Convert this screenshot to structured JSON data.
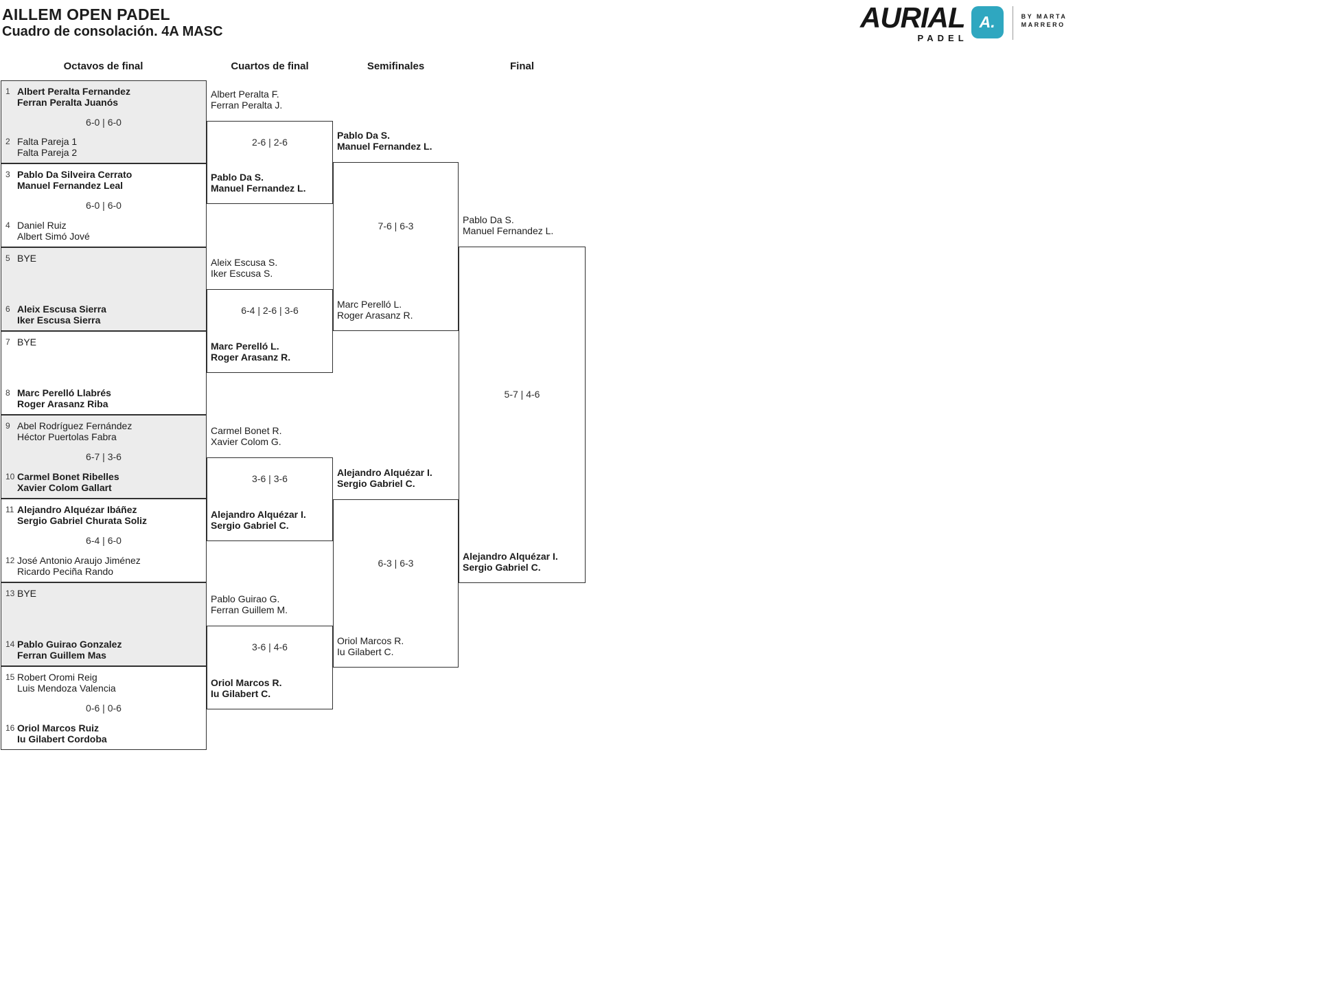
{
  "header": {
    "title": "AILLEM OPEN PADEL",
    "subtitle": "Cuadro de consolación. 4A MASC"
  },
  "logo": {
    "brand": "AURIAL",
    "word": "PADEL",
    "badge_text": "A.",
    "byline_line1": "BY MARTA",
    "byline_line2": "MARRERO",
    "accent_color": "#2fa7c0"
  },
  "round_headers": [
    "Octavos de final",
    "Cuartos de final",
    "Semifinales",
    "Final"
  ],
  "octavos": [
    {
      "score": "6-0 | 6-0",
      "top": {
        "seed": "1",
        "line1": "Albert Peralta Fernandez",
        "line2": "Ferran Peralta Juanós",
        "winner": true
      },
      "bottom": {
        "seed": "2",
        "line1": "Falta Pareja 1",
        "line2": "Falta Pareja 2",
        "winner": false
      }
    },
    {
      "score": "6-0 | 6-0",
      "top": {
        "seed": "3",
        "line1": "Pablo Da Silveira Cerrato",
        "line2": "Manuel Fernandez Leal",
        "winner": true
      },
      "bottom": {
        "seed": "4",
        "line1": "Daniel Ruiz",
        "line2": "Albert Simó Jové",
        "winner": false
      }
    },
    {
      "score": "",
      "top": {
        "seed": "5",
        "line1": "BYE",
        "line2": "",
        "winner": false
      },
      "bottom": {
        "seed": "6",
        "line1": "Aleix Escusa Sierra",
        "line2": "Iker Escusa Sierra",
        "winner": true
      }
    },
    {
      "score": "",
      "top": {
        "seed": "7",
        "line1": "BYE",
        "line2": "",
        "winner": false
      },
      "bottom": {
        "seed": "8",
        "line1": "Marc Perelló Llabrés",
        "line2": "Roger Arasanz Riba",
        "winner": true
      }
    },
    {
      "score": "6-7 | 3-6",
      "top": {
        "seed": "9",
        "line1": "Abel Rodríguez Fernández",
        "line2": "Héctor Puertolas Fabra",
        "winner": false
      },
      "bottom": {
        "seed": "10",
        "line1": "Carmel Bonet Ribelles",
        "line2": "Xavier Colom Gallart",
        "winner": true
      }
    },
    {
      "score": "6-4 | 6-0",
      "top": {
        "seed": "11",
        "line1": "Alejandro Alquézar Ibáñez",
        "line2": "Sergio Gabriel Churata Soliz",
        "winner": true
      },
      "bottom": {
        "seed": "12",
        "line1": "José Antonio Araujo Jiménez",
        "line2": "Ricardo Peciña Rando",
        "winner": false
      }
    },
    {
      "score": "",
      "top": {
        "seed": "13",
        "line1": "BYE",
        "line2": "",
        "winner": false
      },
      "bottom": {
        "seed": "14",
        "line1": "Pablo Guirao Gonzalez",
        "line2": "Ferran Guillem Mas",
        "winner": true
      }
    },
    {
      "score": "0-6 | 0-6",
      "top": {
        "seed": "15",
        "line1": "Robert Oromi Reig",
        "line2": "Luis Mendoza Valencia",
        "winner": false
      },
      "bottom": {
        "seed": "16",
        "line1": "Oriol Marcos Ruiz",
        "line2": "Iu Gilabert Cordoba",
        "winner": true
      }
    }
  ],
  "cuartos": [
    {
      "score": "2-6 | 2-6",
      "top": {
        "line1": "Albert Peralta F.",
        "line2": "Ferran Peralta J.",
        "winner": false
      },
      "bottom": {
        "line1": "Pablo Da S.",
        "line2": "Manuel Fernandez L.",
        "winner": true
      }
    },
    {
      "score": "6-4 | 2-6 | 3-6",
      "top": {
        "line1": "Aleix Escusa S.",
        "line2": "Iker Escusa S.",
        "winner": false
      },
      "bottom": {
        "line1": "Marc Perelló L.",
        "line2": "Roger Arasanz R.",
        "winner": true
      }
    },
    {
      "score": "3-6 | 3-6",
      "top": {
        "line1": "Carmel Bonet R.",
        "line2": "Xavier Colom G.",
        "winner": false
      },
      "bottom": {
        "line1": "Alejandro Alquézar I.",
        "line2": "Sergio Gabriel C.",
        "winner": true
      }
    },
    {
      "score": "3-6 | 4-6",
      "top": {
        "line1": "Pablo Guirao G.",
        "line2": "Ferran Guillem M.",
        "winner": false
      },
      "bottom": {
        "line1": "Oriol Marcos R.",
        "line2": "Iu Gilabert C.",
        "winner": true
      }
    }
  ],
  "semifinales": [
    {
      "score": "7-6 | 6-3",
      "top": {
        "line1": "Pablo Da S.",
        "line2": "Manuel Fernandez L.",
        "winner": true
      },
      "bottom": {
        "line1": "Marc Perelló L.",
        "line2": "Roger Arasanz R.",
        "winner": false
      }
    },
    {
      "score": "6-3 | 6-3",
      "top": {
        "line1": "Alejandro Alquézar I.",
        "line2": "Sergio Gabriel C.",
        "winner": true
      },
      "bottom": {
        "line1": "Oriol Marcos R.",
        "line2": "Iu Gilabert C.",
        "winner": false
      }
    }
  ],
  "final": [
    {
      "score": "5-7 | 4-6",
      "top": {
        "line1": "Pablo Da S.",
        "line2": "Manuel Fernandez L.",
        "winner": false
      },
      "bottom": {
        "line1": "Alejandro Alquézar I.",
        "line2": "Sergio Gabriel C.",
        "winner": true
      }
    }
  ]
}
